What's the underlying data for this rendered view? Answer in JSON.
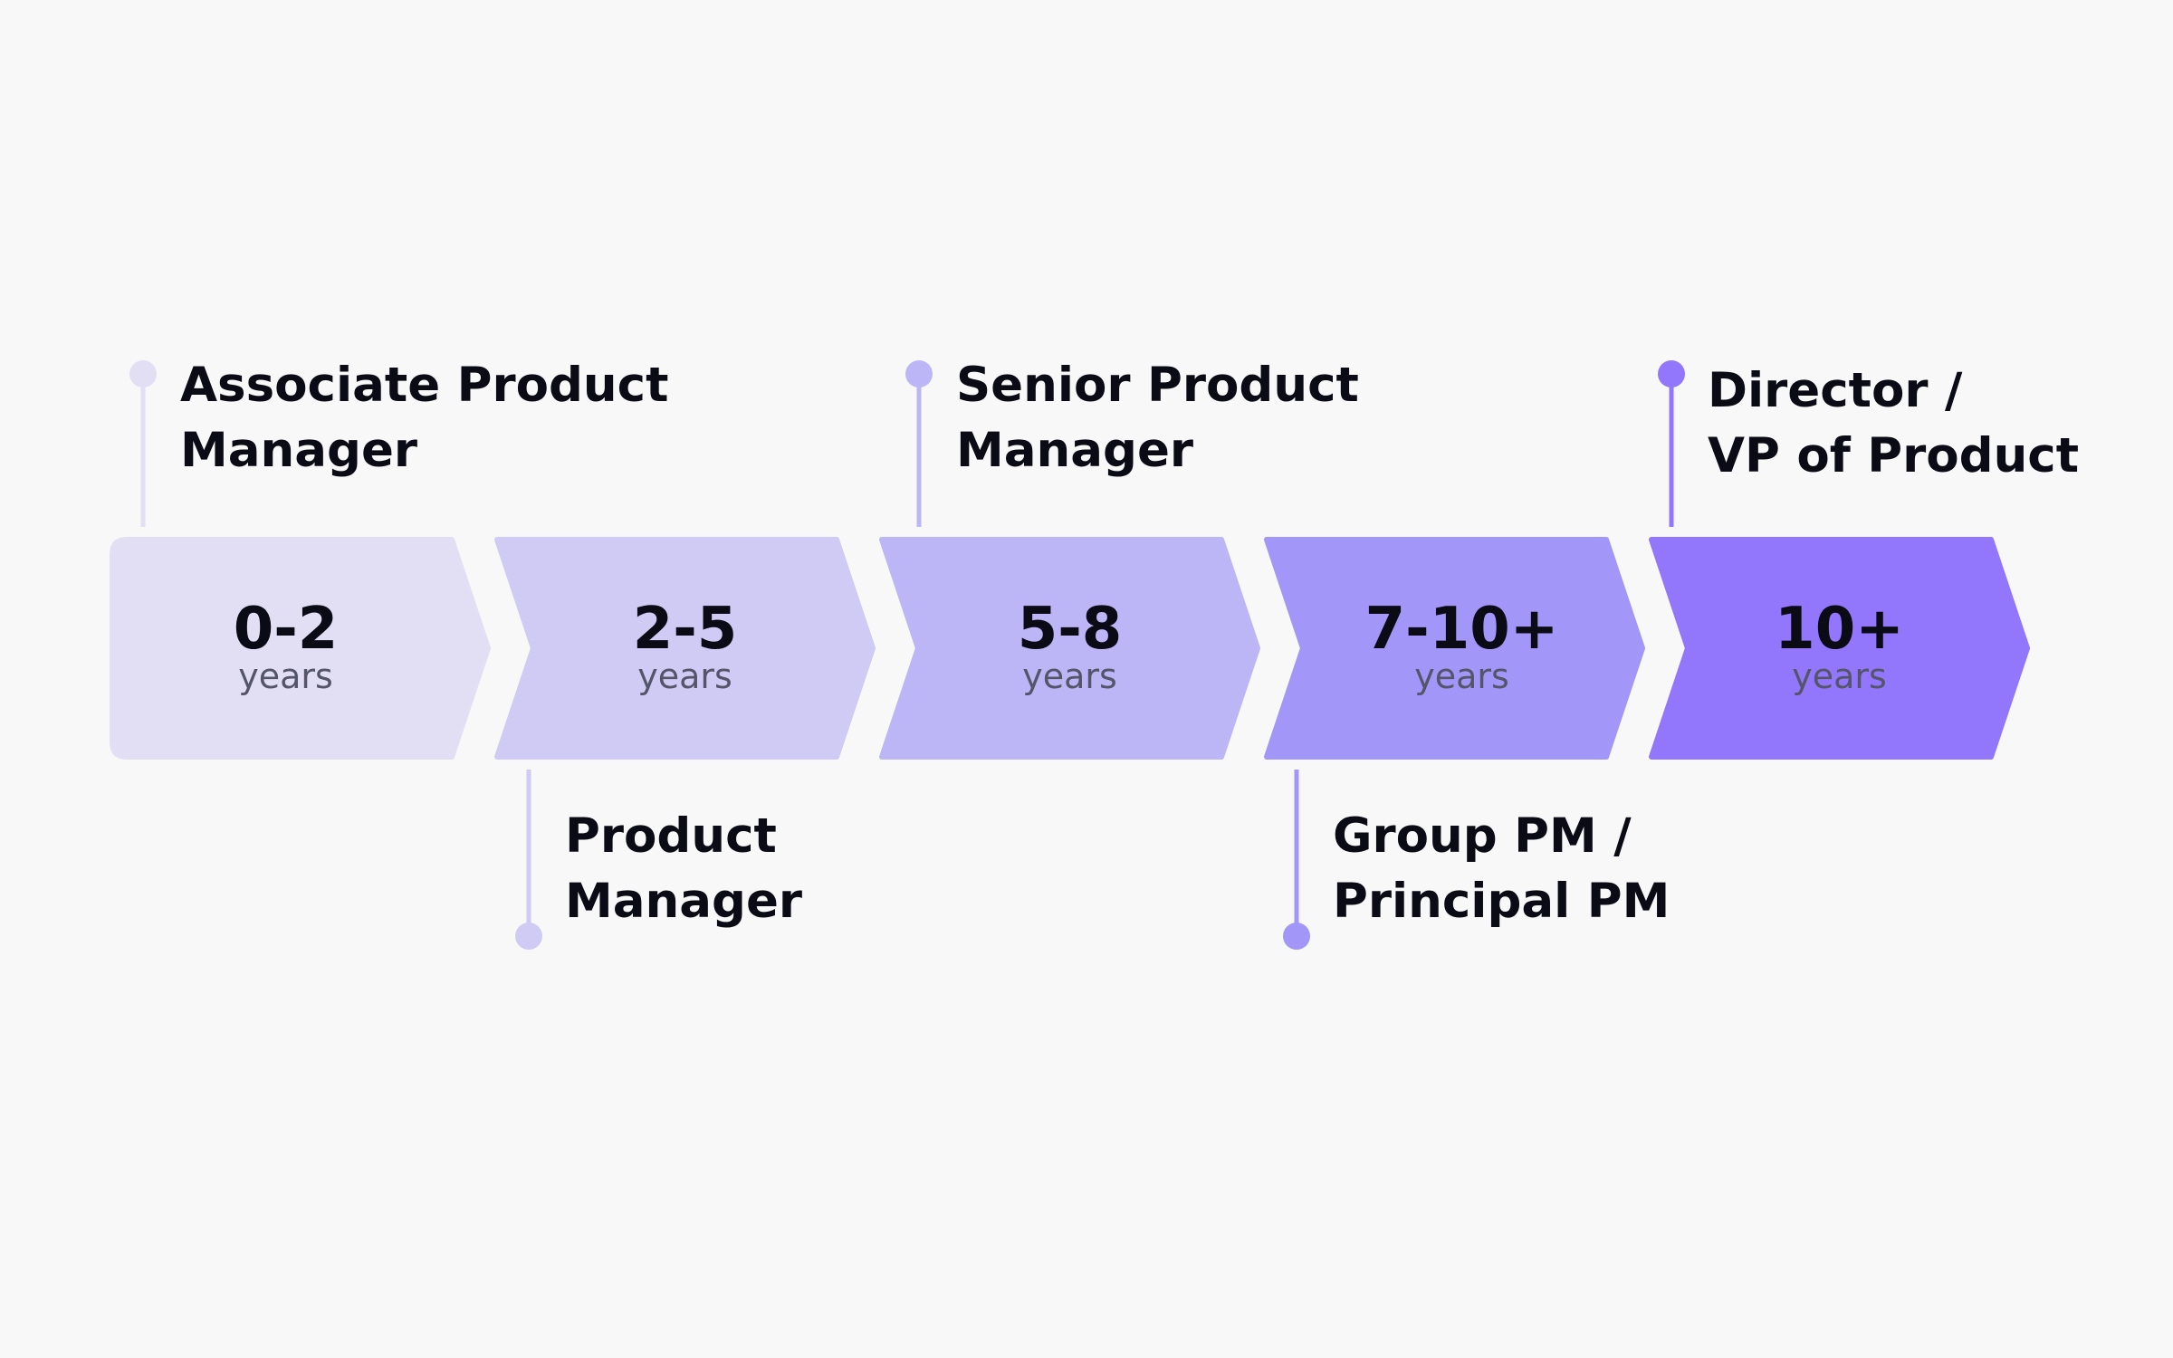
{
  "timeline": {
    "colors": {
      "background": "#f8f8f8",
      "text": "#0b0b16",
      "muted_text": "#55556a"
    },
    "stages": [
      {
        "range": "0-2",
        "unit": "years",
        "color": "#e2dff5"
      },
      {
        "range": "2-5",
        "unit": "years",
        "color": "#d0cbf4"
      },
      {
        "range": "5-8",
        "unit": "years",
        "color": "#bcb5f6"
      },
      {
        "range": "7-10+",
        "unit": "years",
        "color": "#a297f8"
      },
      {
        "range": "10+",
        "unit": "years",
        "color": "#9277fd"
      }
    ],
    "roles": [
      {
        "lines": [
          "Associate Product",
          "Manager"
        ],
        "position": "above",
        "stage": 1,
        "color": "#e2dff5"
      },
      {
        "lines": [
          "Product",
          "Manager"
        ],
        "position": "below",
        "stage": 2,
        "color": "#d0cbf4"
      },
      {
        "lines": [
          "Senior Product",
          "Manager"
        ],
        "position": "above",
        "stage": 3,
        "color": "#bcb5f6"
      },
      {
        "lines": [
          "Group PM /",
          "Principal PM"
        ],
        "position": "below",
        "stage": 4,
        "color": "#a297f8"
      },
      {
        "lines": [
          "Director /",
          "VP of Product"
        ],
        "position": "above",
        "stage": 5,
        "color": "#9277fd"
      }
    ]
  }
}
